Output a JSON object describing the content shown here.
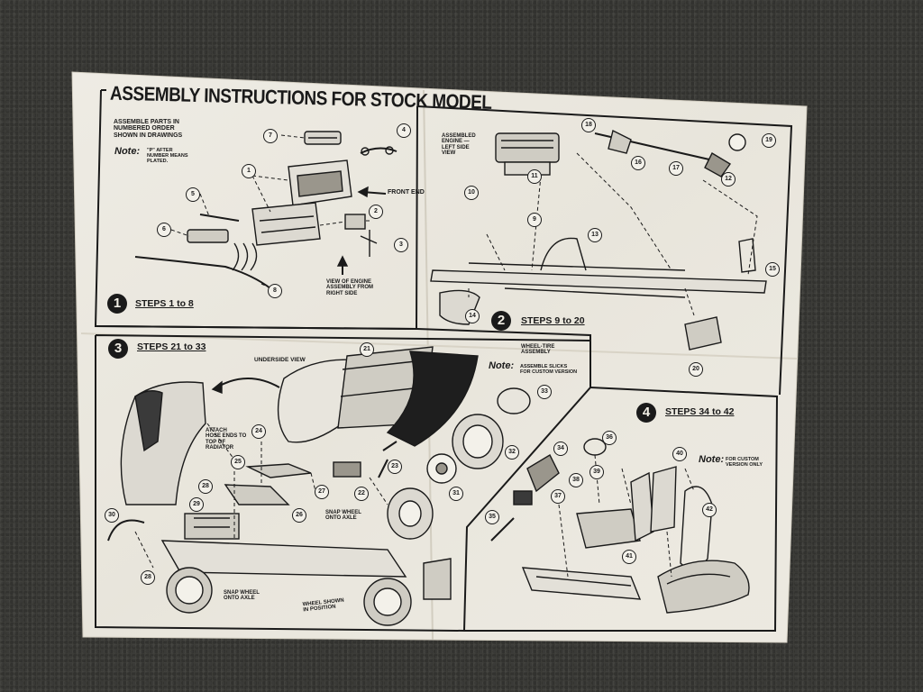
{
  "title": "ASSEMBLY INSTRUCTIONS FOR STOCK MODEL",
  "intro": "ASSEMBLE PARTS IN\nNUMBERED ORDER\nSHOWN IN DRAWINGS",
  "note_label": "Note:",
  "note_p": "\"P\" AFTER\nNUMBER MEANS\nPLATED.",
  "panel1": {
    "num": "1",
    "steps": "STEPS 1 to 8",
    "front_end": "FRONT END",
    "engine_view": "VIEW OF ENGINE\nASSEMBLY FROM\nRIGHT SIDE",
    "parts": [
      "1",
      "2",
      "3",
      "4",
      "5",
      "6",
      "7",
      "8"
    ]
  },
  "panel2": {
    "num": "2",
    "steps": "STEPS 9 to 20",
    "engine_label": "ASSEMBLED\nENGINE —\nLEFT SIDE\nVIEW",
    "parts": [
      "9",
      "10",
      "11",
      "12",
      "13",
      "14",
      "15",
      "16",
      "17",
      "18",
      "19",
      "20"
    ]
  },
  "panel3": {
    "num": "3",
    "steps": "STEPS 21 to 33",
    "underside": "UNDERSIDE VIEW",
    "hose": "ATTACH\nHOSE ENDS TO\nTOP OF\nRADIATOR",
    "wheel_tire": "WHEEL-TIRE\nASSEMBLY",
    "slicks_note": "ASSEMBLE SLICKS\nFOR CUSTOM VERSION",
    "snap1": "SNAP WHEEL\nONTO AXLE",
    "snap2": "SNAP WHEEL\nONTO AXLE",
    "wheel_pos": "WHEEL SHOWN\nIN POSITION",
    "parts": [
      "21",
      "22",
      "23",
      "24",
      "25",
      "26",
      "27",
      "28",
      "28",
      "29",
      "30",
      "31",
      "32",
      "33"
    ]
  },
  "panel4": {
    "num": "4",
    "steps": "STEPS 34 to 42",
    "custom_note": "FOR CUSTOM\nVERSION ONLY",
    "parts": [
      "34",
      "35",
      "36",
      "37",
      "38",
      "39",
      "40",
      "41",
      "42"
    ]
  }
}
